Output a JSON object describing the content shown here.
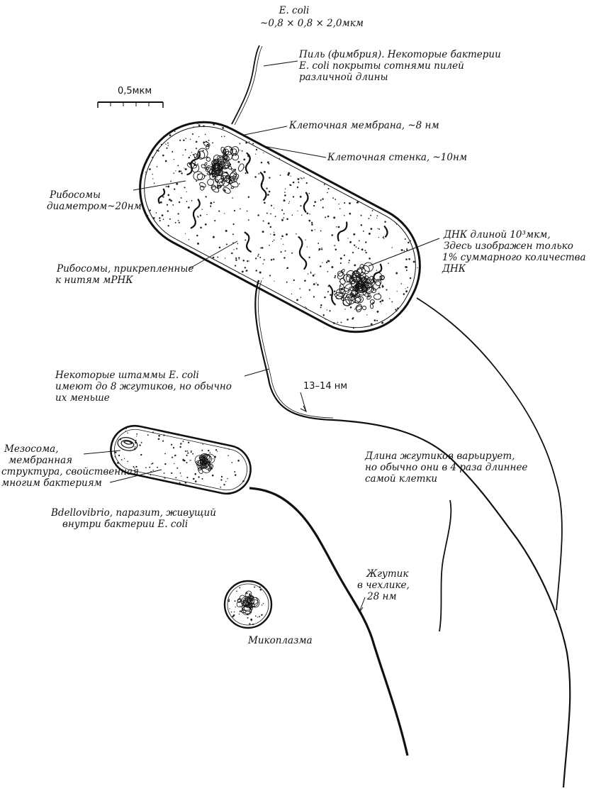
{
  "title": {
    "organism": "E. coli",
    "dimensions": "~0,8 × 0,8 × 2,0мкм"
  },
  "scale_bar": {
    "label": "0,5мкм"
  },
  "labels": {
    "pili": [
      "Пиль (фимбрия). Некоторые бактерии",
      "E. coli покрыты сотнями пилей",
      "различной длины"
    ],
    "membrane": "Клеточная мембрана, ~8 нм",
    "wall": "Клеточная стенка, ~10нм",
    "ribosomes": [
      "Рибосомы",
      "диаметром~20нм"
    ],
    "dna": [
      "ДНК длиной 10³мкм,",
      "Здесь изображен только",
      "1% суммарного количества",
      "ДНК"
    ],
    "polysomes": [
      "Рибосомы, прикрепленные",
      "к нитям мРНК"
    ],
    "flagella_count": [
      "Некоторые штаммы E. coli",
      "имеют до 8 жгутиков, но обычно",
      "их меньше"
    ],
    "flagellum_width": "13–14 нм",
    "flagella_length": [
      "Длина жгутиков варьирует,",
      "но обычно они в 4 раза длиннее",
      "самой клетки"
    ],
    "mesosome": [
      "Мезосома,",
      "мембранная",
      "структура, свойственная",
      "многим бактериям"
    ],
    "bdellovibrio": [
      "Bdellovibrio, паразит, живущий",
      "внутри бактерии E. coli"
    ],
    "sheathed_flagellum": [
      "Жгутик",
      "в чехлике,",
      "28 нм"
    ],
    "mycoplasma": "Микоплазма"
  }
}
